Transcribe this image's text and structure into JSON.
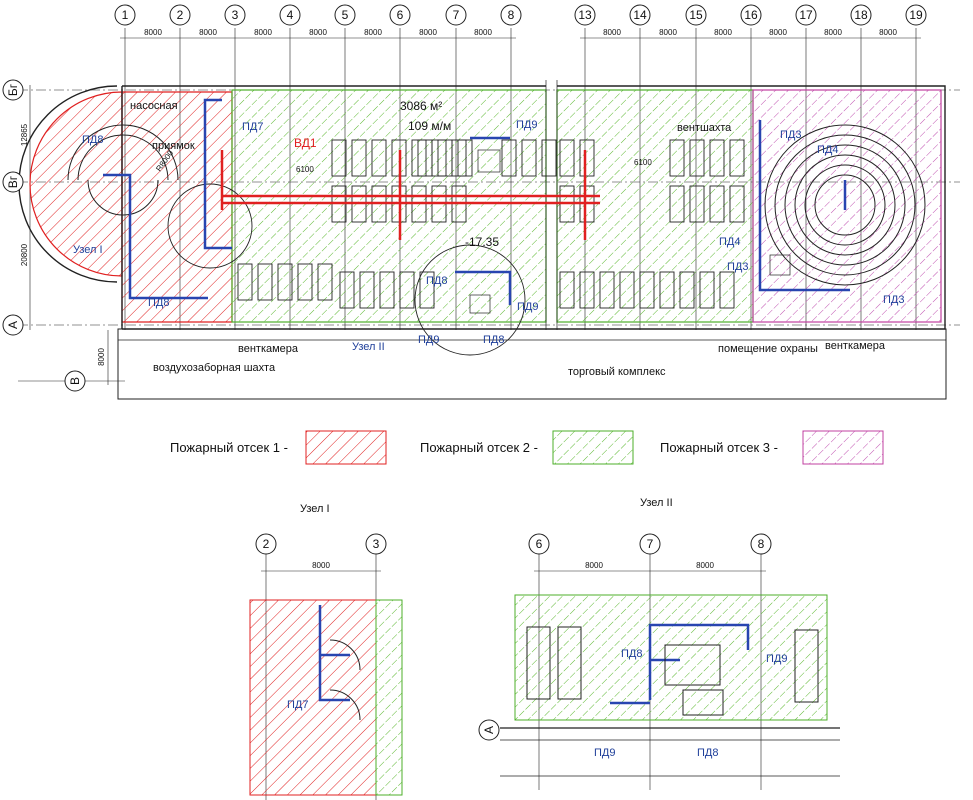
{
  "axes_top": [
    "1",
    "2",
    "3",
    "4",
    "5",
    "6",
    "7",
    "8",
    "13",
    "14",
    "15",
    "16",
    "17",
    "18",
    "19"
  ],
  "axes_left": [
    "Бг",
    "Вг",
    "А",
    "В"
  ],
  "spans": [
    "8000",
    "8000",
    "8000",
    "8000",
    "8000",
    "8000",
    "8000",
    "8000",
    "8000",
    "8000",
    "8000",
    "8000",
    "8000"
  ],
  "left_dims": [
    "12865",
    "20800",
    "8000"
  ],
  "rooms": {
    "pump": "насосная",
    "pit": "приямок",
    "radius": "R8000",
    "vent_shaft": "вентшахта",
    "vent_room_left": "венткамера",
    "vent_room_right": "венткамера",
    "air_intake": "воздухозаборная шахта",
    "security": "помещение охраны",
    "mall": "торговый комплекс"
  },
  "area": "3086 м²",
  "spaces": "109 м/м",
  "level": "-17.35",
  "ramp_dim": "6100",
  "equipment": {
    "pd8": "ПД8",
    "pd7": "ПД7",
    "pd9": "ПД9",
    "pd3": "ПД3",
    "pd4": "ПД4",
    "vd1": "ВД1"
  },
  "nodes": {
    "node1": "Узел I",
    "node2": "Узел II"
  },
  "legend": [
    {
      "label": "Пожарный отсек 1 -",
      "color": "#e02020"
    },
    {
      "label": "Пожарный отсек 2 -",
      "color": "#4caf2a"
    },
    {
      "label": "Пожарный отсек 3 -",
      "color": "#c040a0"
    }
  ],
  "detail1": {
    "title": "Узел I",
    "axes": [
      "2",
      "3"
    ],
    "span": "8000"
  },
  "detail2": {
    "title": "Узел II",
    "axes": [
      "6",
      "7",
      "8"
    ],
    "spans": [
      "8000",
      "8000"
    ]
  }
}
